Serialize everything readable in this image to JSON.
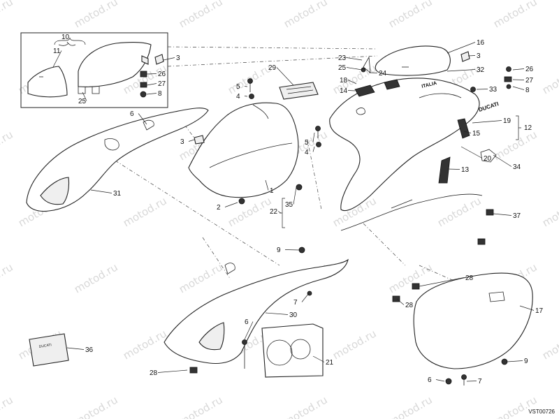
{
  "diagram_code": "VST00726",
  "watermark": "motod.ru",
  "callouts": [
    "1",
    "2",
    "3",
    "4",
    "5",
    "6",
    "7",
    "8",
    "9",
    "10",
    "11",
    "12",
    "13",
    "14",
    "15",
    "16",
    "17",
    "18",
    "19",
    "20",
    "21",
    "22",
    "23",
    "24",
    "25",
    "26",
    "27",
    "28",
    "29",
    "30",
    "31",
    "32",
    "33",
    "34",
    "35",
    "36",
    "37"
  ],
  "decals": {
    "ducati_small": "DUCATI",
    "ducati_tail": "DUCATI",
    "italia": "ITALIA"
  }
}
